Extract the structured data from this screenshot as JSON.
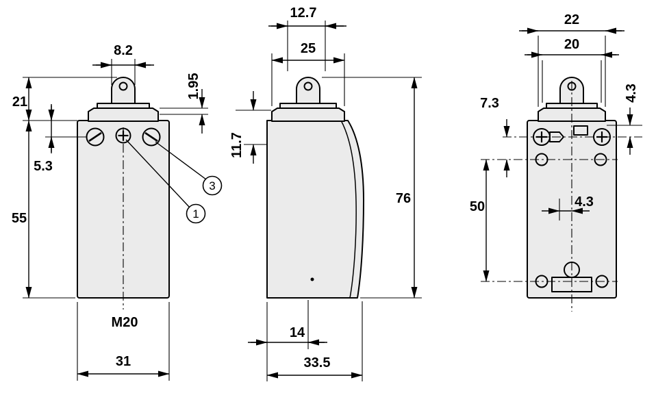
{
  "views": {
    "front": {
      "plunger_width": "8.2",
      "head_height": "21",
      "travel": "1.95",
      "screw_offset": "5.3",
      "body_height": "55",
      "thread_size": "M20",
      "body_width": "31",
      "callout_center_screw": "1",
      "callout_corner_screw": "3"
    },
    "side": {
      "upper_width": "12.7",
      "head_width": "25",
      "head_height": "11.7",
      "total_height": "76",
      "base_flat": "14",
      "depth": "33.5"
    },
    "back": {
      "head_outer_width": "22",
      "head_inner_width": "20",
      "side_offset": "4.3",
      "hole_offset": "7.3",
      "hole_spacing": "50",
      "center_offset": "4.3"
    }
  },
  "colors": {
    "body_fill": "#ebebeb",
    "line": "#000000",
    "background": "#ffffff"
  }
}
